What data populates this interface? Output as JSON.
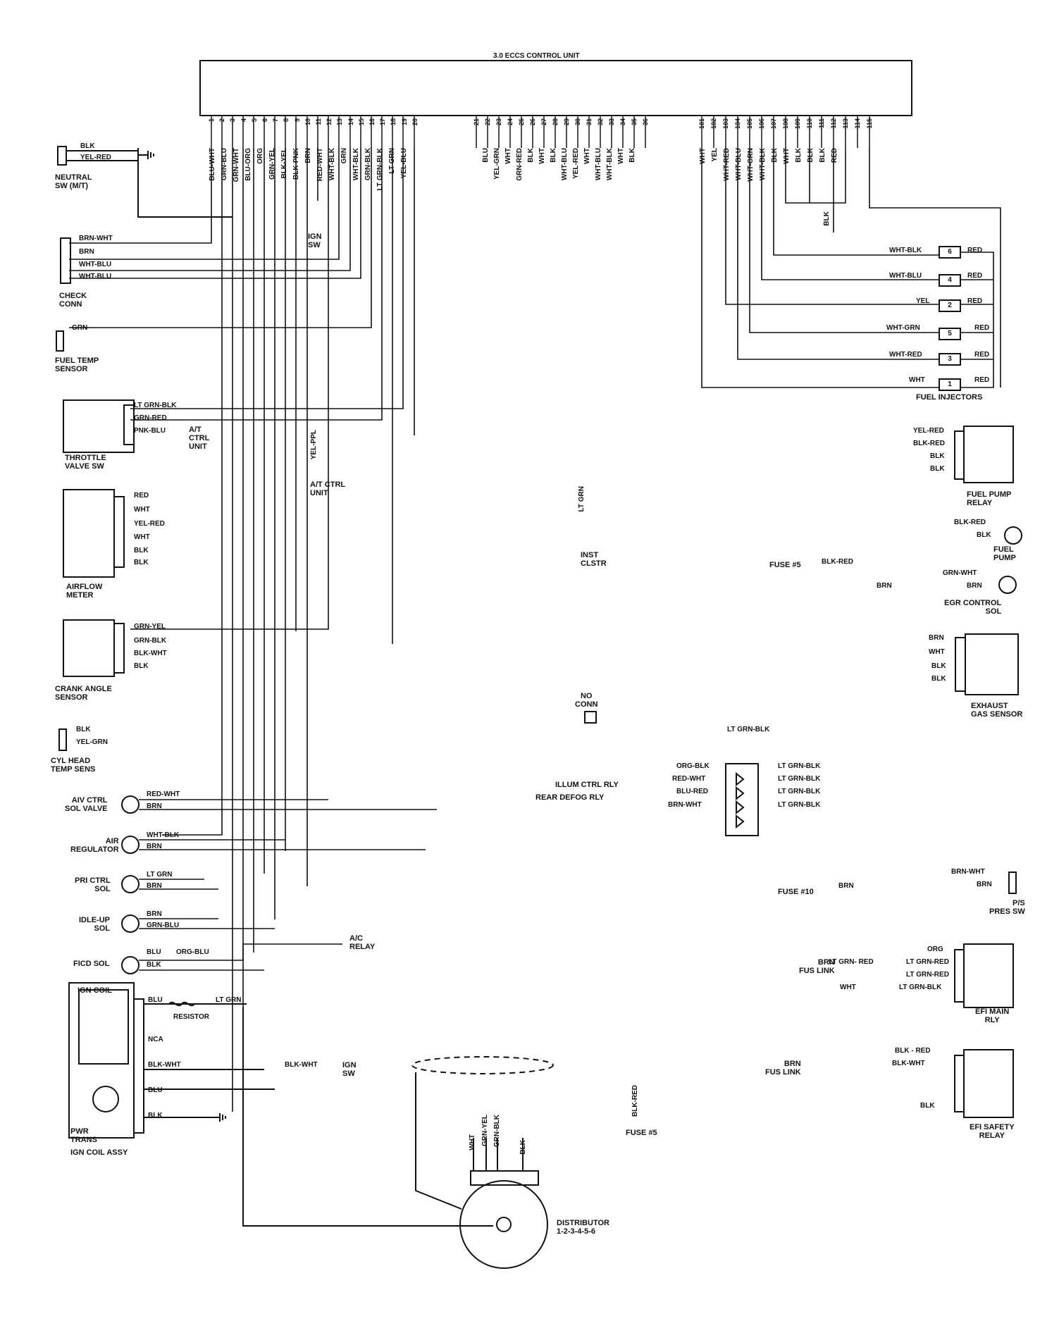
{
  "title": "3.0 ECCS CONTROL UNIT",
  "ecu_pins_left": [
    "1",
    "2",
    "3",
    "4",
    "5",
    "6",
    "7",
    "8",
    "9",
    "10",
    "11",
    "12",
    "13",
    "14",
    "15",
    "16",
    "17",
    "18",
    "19",
    "20"
  ],
  "ecu_pins_mid": [
    "21",
    "22",
    "23",
    "24",
    "25",
    "26",
    "27",
    "28",
    "29",
    "30",
    "31",
    "32",
    "33",
    "34",
    "35",
    "36"
  ],
  "ecu_pins_right": [
    "101",
    "102",
    "103",
    "104",
    "105",
    "106",
    "107",
    "108",
    "109",
    "110",
    "111",
    "112",
    "113",
    "114",
    "115"
  ],
  "pin_wires_left": [
    "BLU-WHT",
    "GRN-BLU",
    "GRN-WHT",
    "BLU-ORG",
    "ORG",
    "GRN-YEL",
    "BLK-YEL",
    "BLK-PNK",
    "BRN",
    "RED-WHT",
    "WHT-BLK",
    "GRN",
    "WHT-BLK",
    "GRN-BLK",
    "LT GRN-BLK",
    "LT GRN",
    "YEL-BLU"
  ],
  "pin_wires_mid": [
    "BLU",
    "YEL-GRN",
    "WHT",
    "GRN-RED",
    "BLK",
    "WHT",
    "BLK",
    "WHT-BLU",
    "YEL-RED",
    "WHT",
    "WHT-BLU",
    "WHT-BLK",
    "WHT",
    "BLK"
  ],
  "pin_wires_right": [
    "WHT",
    "YEL",
    "WHT-RED",
    "WHT-BLU",
    "WHT-GRN",
    "WHT-BLK",
    "BLK",
    "WHT",
    "BLK",
    "BLK",
    "BLK",
    "RED"
  ],
  "components": {
    "neutral_sw": {
      "name": "NEUTRAL\nSW (M/T)",
      "wires": [
        "BLK",
        "YEL-RED"
      ]
    },
    "ign_sw_top": "IGN\nSW",
    "check_conn": {
      "name": "CHECK\nCONN",
      "wires": [
        "BRN-WHT",
        "BRN",
        "WHT-BLU",
        "WHT-BLU"
      ]
    },
    "fuel_temp": {
      "name": "FUEL TEMP\nSENSOR",
      "wire": "GRN"
    },
    "throttle": {
      "name": "THROTTLE\nVALVE SW",
      "wires": [
        "LT GRN-BLK",
        "GRN-RED",
        "PNK-BLU"
      ],
      "at_unit": "A/T\nCTRL\nUNIT"
    },
    "yel_ppl": "YEL-PPL",
    "at_ctrl_unit": "A/T CTRL\nUNIT",
    "airflow": {
      "name": "AIRFLOW\nMETER",
      "wires": [
        "RED",
        "WHT",
        "YEL-RED",
        "WHT",
        "BLK",
        "BLK"
      ]
    },
    "crank": {
      "name": "CRANK ANGLE\nSENSOR",
      "wires": [
        "GRN-YEL",
        "GRN-BLK",
        "BLK-WHT",
        "BLK"
      ]
    },
    "cyl_head": {
      "name": "CYL HEAD\nTEMP SENS",
      "wires": [
        "BLK",
        "YEL-GRN"
      ]
    },
    "aiv": {
      "name": "AIV CTRL\nSOL VALVE",
      "wires": [
        "RED-WHT",
        "BRN"
      ]
    },
    "air_reg": {
      "name": "AIR\nREGULATOR",
      "wires": [
        "WHT-BLK",
        "BRN"
      ]
    },
    "pri_ctrl": {
      "name": "PRI CTRL\nSOL",
      "wires": [
        "LT GRN",
        "BRN"
      ]
    },
    "idle_up": {
      "name": "IDLE-UP\nSOL",
      "wires": [
        "BRN",
        "GRN-BLU"
      ]
    },
    "ficd": {
      "name": "FICD SOL",
      "wires": [
        "BLU",
        "ORG-BLU",
        "BLK"
      ],
      "ac_relay": "A/C\nRELAY"
    },
    "ign_coil": {
      "name": "IGN COIL",
      "assy": "IGN COIL ASSY",
      "pwr_trans": "PWR\nTRANS",
      "wires": [
        "BLU",
        "LT GRN",
        "NCA",
        "BLK-WHT",
        "BLU",
        "BLK"
      ],
      "resistor": "RESISTOR",
      "blk_wht": "BLK-WHT",
      "ign_sw": "IGN\nSW"
    },
    "distributor": {
      "name": "DISTRIBUTOR\n1-2-3-4-5-6",
      "wires": [
        "WHT",
        "GRN-YEL",
        "GRN-BLK",
        "BLK"
      ]
    },
    "inst_clstr": {
      "name": "INST\nCLSTR",
      "wire": "LT GRN"
    },
    "injectors": {
      "name": "FUEL INJECTORS",
      "items": [
        {
          "wire": "WHT-BLK",
          "num": "6",
          "red": "RED"
        },
        {
          "wire": "WHT-BLU",
          "num": "4",
          "red": "RED"
        },
        {
          "wire": "YEL",
          "num": "2",
          "red": "RED"
        },
        {
          "wire": "WHT-GRN",
          "num": "5",
          "red": "RED"
        },
        {
          "wire": "WHT-RED",
          "num": "3",
          "red": "RED"
        },
        {
          "wire": "WHT",
          "num": "1",
          "red": "RED"
        }
      ]
    },
    "gnd_blk": "BLK",
    "fuel_pump_relay": {
      "name": "FUEL PUMP\nRELAY",
      "wires": [
        "YEL-RED",
        "BLK-RED",
        "BLK",
        "BLK"
      ]
    },
    "fuel_pump": {
      "name": "FUEL\nPUMP",
      "wires": [
        "BLK-RED",
        "BLK"
      ],
      "fuse": "FUSE #5",
      "fuse_wire": "BLK-RED"
    },
    "egr": {
      "name": "EGR CONTROL\nSOL",
      "wires": [
        "GRN-WHT",
        "BRN",
        "BRN"
      ]
    },
    "exhaust": {
      "name": "EXHAUST\nGAS SENSOR",
      "wires": [
        "BRN",
        "WHT",
        "BLK",
        "BLK"
      ]
    },
    "no_conn": "NO\nCONN",
    "diode_block": {
      "left": [
        "ORG-BLK",
        "RED-WHT",
        "BLU-RED",
        "BRN-WHT"
      ],
      "right": [
        "LT GRN-BLK",
        "LT GRN-BLK",
        "LT GRN-BLK",
        "LT GRN-BLK"
      ],
      "top": "LT GRN-BLK"
    },
    "illum": "ILLUM CTRL RLY",
    "rear_defog": "REAR DEFOG RLY",
    "ps_pres": {
      "name": "P/S\nPRES SW",
      "wires": [
        "BRN-WHT",
        "BRN"
      ],
      "fuse": "FUSE #10",
      "fuse_wire": "BRN"
    },
    "efi_main": {
      "name": "EFI MAIN\nRLY",
      "wires": [
        "ORG",
        "LT GRN-RED",
        "LT GRN-RED",
        "LT GRN-BLK"
      ],
      "fus_link": "BRN\nFUS LINK",
      "wht": "WHT",
      "lt_grn_red": "LT GRN- RED"
    },
    "efi_safety": {
      "name": "EFI SAFETY\nRELAY",
      "wires": [
        "BLK - RED",
        "BLK-WHT",
        "BLK"
      ],
      "fus_link": "BRN\nFUS LINK"
    },
    "blk_red_vert": "BLK-RED",
    "fuse5_bottom": "FUSE #5"
  }
}
